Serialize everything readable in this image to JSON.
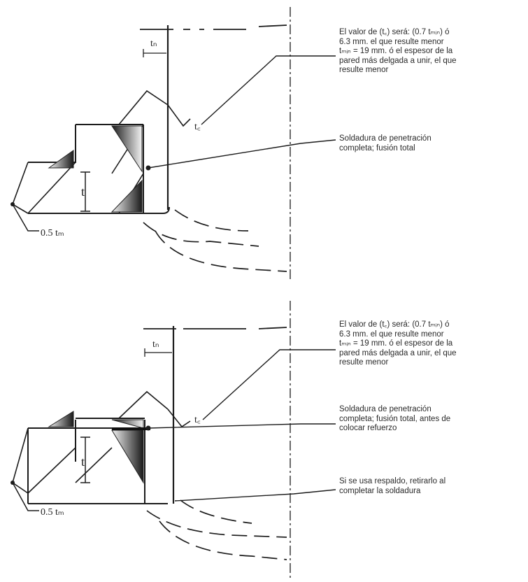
{
  "top_detail": {
    "note_fillet": "El valor de (t꜀) será: (0.7 tₘᵢₙ) ó\n6.3 mm. el que resulte menor\ntₘᵢₙ = 19 mm. ó el espesor de la\npared más delgada a unir, el que\nresulte menor",
    "note_weld": "Soldadura de penetración\ncompleta; fusión total",
    "dim_t": "t",
    "dim_tn": "tₙ",
    "dim_tc": "t꜀",
    "dim_05": "0.5 tₘ"
  },
  "bottom_detail": {
    "note_fillet": "El valor de (t꜀) será: (0.7 tₘᵢₙ) ó\n6.3 mm. el que resulte menor\ntₘᵢₙ = 19 mm. ó el espesor de la\npared más delgada a unir, el que\nresulte menor",
    "note_weld": "Soldadura de penetración\ncompleta; fusión total, antes de\ncolocar refuerzo",
    "note_backing": "Si se usa respaldo, retirarlo al\ncompletar la soldadura",
    "dim_t": "t",
    "dim_tn": "tₙ",
    "dim_tc": "t꜀",
    "dim_05": "0.5 tₘ"
  }
}
